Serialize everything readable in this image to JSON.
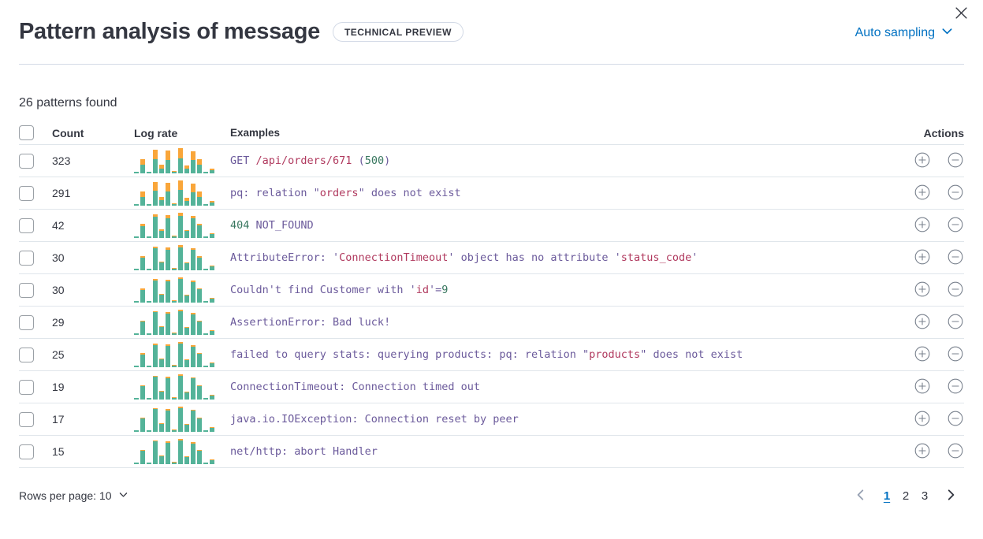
{
  "header": {
    "title": "Pattern analysis of message",
    "badge": "TECHNICAL PREVIEW",
    "sampling_label": "Auto sampling"
  },
  "summary": "26 patterns found",
  "table": {
    "columns": {
      "count": "Count",
      "log_rate": "Log rate",
      "examples": "Examples",
      "actions": "Actions"
    },
    "rows": [
      {
        "count": "323",
        "orange_pct": 40,
        "example": [
          {
            "t": "GET ",
            "c": "p"
          },
          {
            "t": "/api/orders/671",
            "c": "r"
          },
          {
            "t": " (",
            "c": "p"
          },
          {
            "t": "500",
            "c": "g"
          },
          {
            "t": ")",
            "c": "p"
          }
        ]
      },
      {
        "count": "291",
        "orange_pct": 38,
        "example": [
          {
            "t": "pq: relation \"",
            "c": "p"
          },
          {
            "t": "orders",
            "c": "r"
          },
          {
            "t": "\" does not exist",
            "c": "p"
          }
        ]
      },
      {
        "count": "42",
        "orange_pct": 12,
        "example": [
          {
            "t": "404",
            "c": "g"
          },
          {
            "t": " NOT_FOUND",
            "c": "p"
          }
        ]
      },
      {
        "count": "30",
        "orange_pct": 8,
        "example": [
          {
            "t": "AttributeError: '",
            "c": "p"
          },
          {
            "t": "ConnectionTimeout",
            "c": "r"
          },
          {
            "t": "' object has no attribute '",
            "c": "p"
          },
          {
            "t": "status_code",
            "c": "r"
          },
          {
            "t": "'",
            "c": "p"
          }
        ]
      },
      {
        "count": "30",
        "orange_pct": 7,
        "example": [
          {
            "t": "Couldn't find Customer with '",
            "c": "p"
          },
          {
            "t": "id",
            "c": "r"
          },
          {
            "t": "'=",
            "c": "p"
          },
          {
            "t": "9",
            "c": "g"
          }
        ]
      },
      {
        "count": "29",
        "orange_pct": 6,
        "example": [
          {
            "t": "AssertionError: Bad luck!",
            "c": "p"
          }
        ]
      },
      {
        "count": "25",
        "orange_pct": 7,
        "example": [
          {
            "t": "failed to query stats: querying products: pq: relation \"",
            "c": "p"
          },
          {
            "t": "products",
            "c": "r"
          },
          {
            "t": "\" does not exist",
            "c": "p"
          }
        ]
      },
      {
        "count": "19",
        "orange_pct": 5,
        "example": [
          {
            "t": "ConnectionTimeout: Connection timed out",
            "c": "p"
          }
        ]
      },
      {
        "count": "17",
        "orange_pct": 5,
        "example": [
          {
            "t": "java.io.IOException: Connection reset by peer",
            "c": "p"
          }
        ]
      },
      {
        "count": "15",
        "orange_pct": 6,
        "example": [
          {
            "t": "net/http: abort Handler",
            "c": "p"
          }
        ]
      }
    ]
  },
  "chart_data": {
    "type": "bar",
    "note": "stacked mini histogram per row; shared shape, orange overlay fraction per row",
    "histogram_totals_pct": [
      6,
      55,
      5,
      95,
      33,
      90,
      8,
      100,
      32,
      88,
      56,
      6,
      20
    ]
  },
  "footer": {
    "rows_per_page_label": "Rows per page: 10",
    "pages": [
      "1",
      "2",
      "3"
    ],
    "active_page": "1"
  },
  "colors": {
    "accent_blue": "#0071C2",
    "token_purple": "#6B5A9B",
    "token_red": "#B0395E",
    "token_green": "#38775F",
    "bar_teal": "#54B399",
    "bar_orange": "#F9A63A",
    "icon_gray": "#7A828E",
    "disabled_gray": "#98A2B3",
    "text_dark": "#343741"
  }
}
